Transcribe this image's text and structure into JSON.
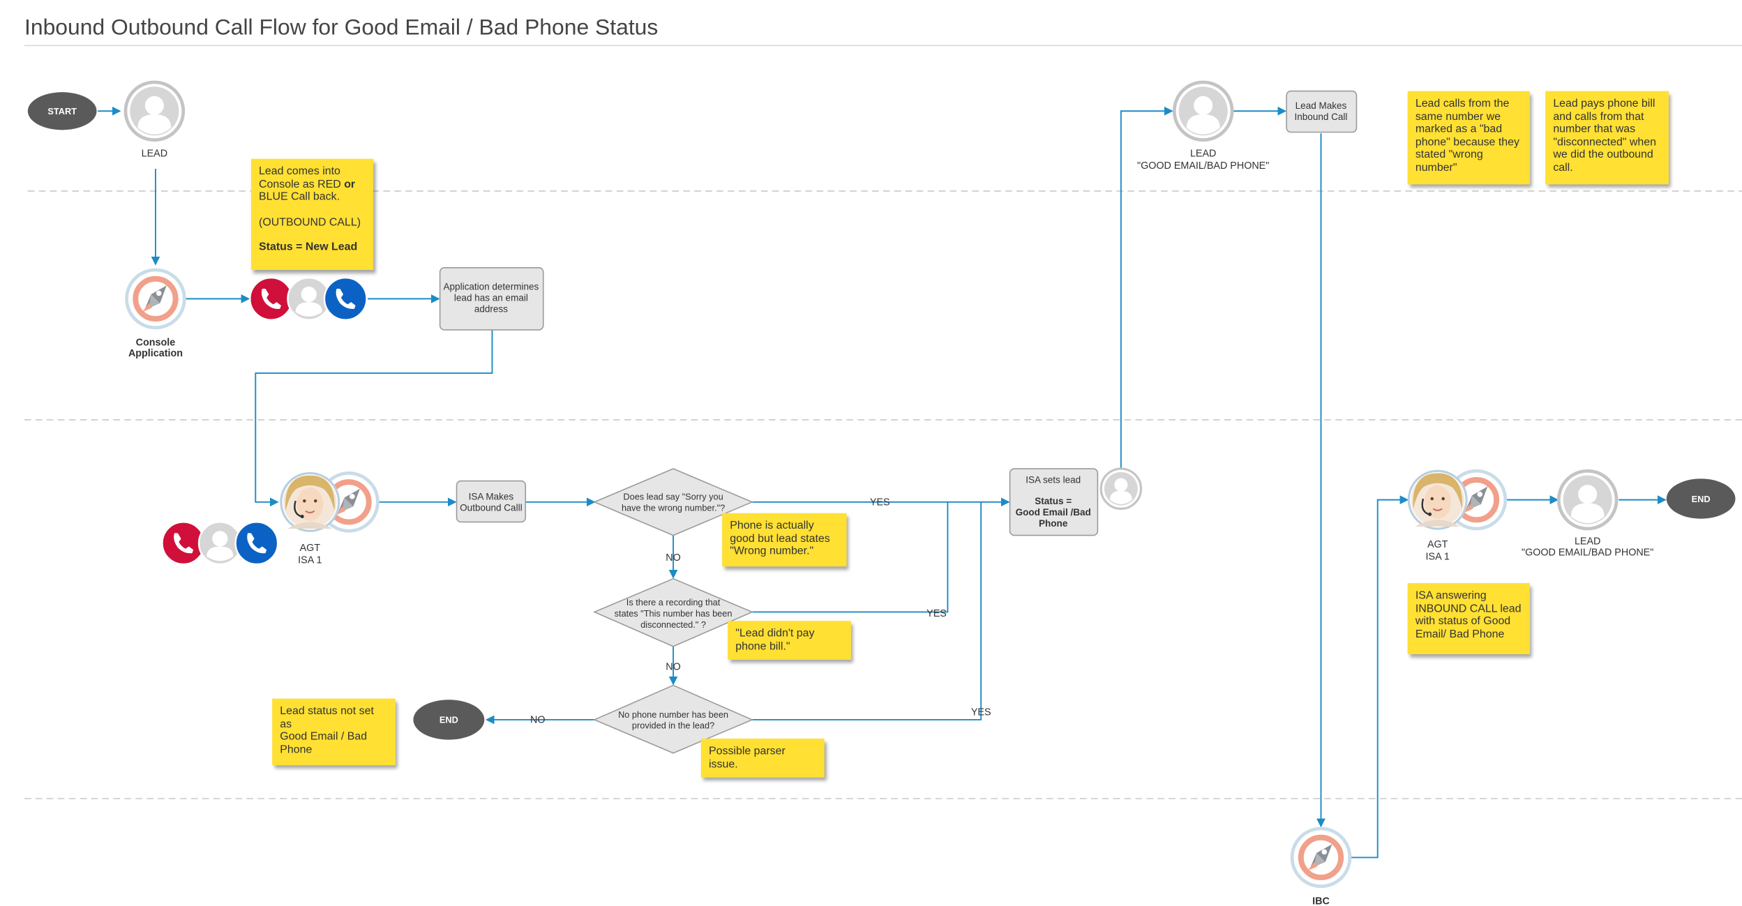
{
  "title": "Inbound Outbound Call Flow for Good Email / Bad Phone Status",
  "colors": {
    "flow_line": "#1b8cc6",
    "sticky_note": "#ffe033",
    "terminal": "#5a5a5a",
    "process_box": "#e6e6e6",
    "phone_red": "#d0103a",
    "phone_blue": "#0b62c4",
    "lane_divider": "#c8c8c8"
  },
  "terminals": {
    "start": "START",
    "end_mid": "END",
    "end_right": "END"
  },
  "actors": {
    "lead_top": "LEAD",
    "console_line1": "Console",
    "console_line2": "Application",
    "agt_left_line1": "AGT",
    "agt_left_line2": "ISA 1",
    "lead_mid_line1": "LEAD",
    "lead_mid_line2": "\"GOOD EMAIL/BAD PHONE\"",
    "agt_right_line1": "AGT",
    "agt_right_line2": "ISA 1",
    "lead_right_line1": "LEAD",
    "lead_right_line2": "\"GOOD EMAIL/BAD PHONE\"",
    "ibc": "IBC"
  },
  "icons": {
    "person": "person-icon",
    "rocket": "rocket-icon",
    "phone": "phone-icon",
    "agent": "agent-avatar-icon"
  },
  "boxes": {
    "app_determines": [
      "Application determines",
      "lead has an email",
      "address"
    ],
    "isa_outbound": [
      "ISA Makes",
      "Outbound Calll"
    ],
    "isa_sets_line1": "ISA sets lead",
    "isa_sets_status": [
      "Status =",
      "Good Email /Bad",
      "Phone"
    ],
    "lead_inbound": [
      "Lead Makes",
      "Inbound Call"
    ]
  },
  "decisions": {
    "wrong_number": [
      "Does lead say \"Sorry you",
      "have the wrong number.\"?"
    ],
    "recording": [
      "Is there a recording that",
      "states \"This number has been",
      "disconnected.\" ?"
    ],
    "no_phone": [
      "No phone number has been",
      "provided in the lead?"
    ]
  },
  "edge_labels": {
    "yes1": "YES",
    "no1": "NO",
    "yes2": "YES",
    "no2": "NO",
    "yes3": "YES",
    "no3": "NO"
  },
  "notes": {
    "console_lines": [
      "Lead comes into",
      "Console as RED ",
      "BLUE Call back."
    ],
    "console_or": "or",
    "console_outbound": "(OUTBOUND CALL)",
    "console_status": "Status = New Lead",
    "phone_good": [
      "Phone is actually",
      "good but lead states",
      "\"Wrong number.\""
    ],
    "didnt_pay": [
      "\"Lead didn't pay",
      "phone bill.\""
    ],
    "parser": [
      "Possible parser",
      "issue."
    ],
    "not_set": [
      "Lead status not set as",
      "Good Email / Bad",
      "Phone"
    ],
    "calls_from_same": [
      "Lead calls from the",
      "same number we",
      "marked as a \"bad",
      "phone\" because they",
      "stated \"wrong",
      "number\""
    ],
    "pays_bill": [
      "Lead pays phone bill",
      "and calls from that",
      "number that was",
      "\"disconnected\" when",
      "we did the outbound",
      "call."
    ],
    "isa_answering": [
      "ISA answering",
      "INBOUND CALL lead",
      "with status of  Good",
      "Email/ Bad Phone"
    ]
  }
}
